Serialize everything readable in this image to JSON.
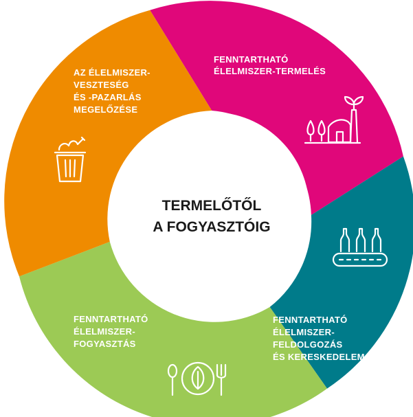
{
  "center": {
    "line1": "TERMELŐTŐL",
    "line2": "A FOGYASZTÓIG"
  },
  "segments": [
    {
      "id": "production",
      "color": "#e0077a",
      "lines": [
        "FENNTARTHATÓ",
        "ÉLELMISZER-TERMELÉS"
      ],
      "icon": "factory-with-plant-icon"
    },
    {
      "id": "processing",
      "color": "#007b8a",
      "lines": [
        "FENNTARTHATÓ",
        "ÉLELMISZER-",
        "FELDOLGOZÁS",
        "ÉS KERESKEDELEM"
      ],
      "icon": "bottles-conveyor-icon"
    },
    {
      "id": "consumption",
      "color": "#9cca55",
      "lines": [
        "FENNTARTHATÓ",
        "ÉLELMISZER-",
        "FOGYASZTÁS"
      ],
      "icon": "plate-cutlery-icon"
    },
    {
      "id": "waste",
      "color": "#ef8b00",
      "lines": [
        "AZ ÉLELMISZER-",
        "VESZTESÉG",
        "ÉS -PAZARLÁS",
        "MEGELŐZÉSE"
      ],
      "icon": "food-bin-icon"
    }
  ]
}
